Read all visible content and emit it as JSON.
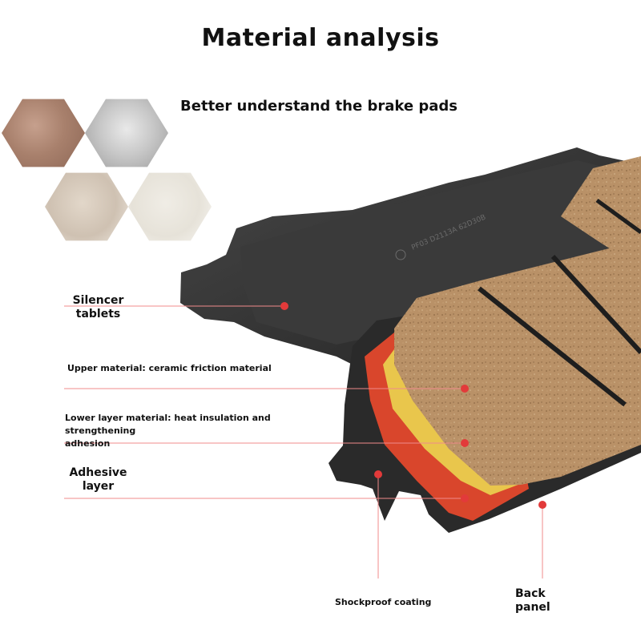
{
  "header": {
    "title": "Material analysis",
    "subtitle": "Better understand the brake pads"
  },
  "pad": {
    "stamp": "PF03 D2113A 62D30B"
  },
  "callouts": {
    "silencer_line1": "Silencer",
    "silencer_line2": "tablets",
    "upper_material": "Upper material: ceramic friction material",
    "lower_layer_line1": "Lower layer material: heat insulation and strengthening",
    "lower_layer_line2": "adhesion",
    "adhesive_line1": "Adhesive",
    "adhesive_line2": "layer",
    "shockproof": "Shockproof coating",
    "back_line1": "Back",
    "back_line2": "panel"
  },
  "colors": {
    "pointer": "#e23a3a",
    "friction": "#b99167",
    "insulation": "#e9c64c",
    "adhesive": "#d9462c",
    "backing": "#2b2b2b"
  }
}
